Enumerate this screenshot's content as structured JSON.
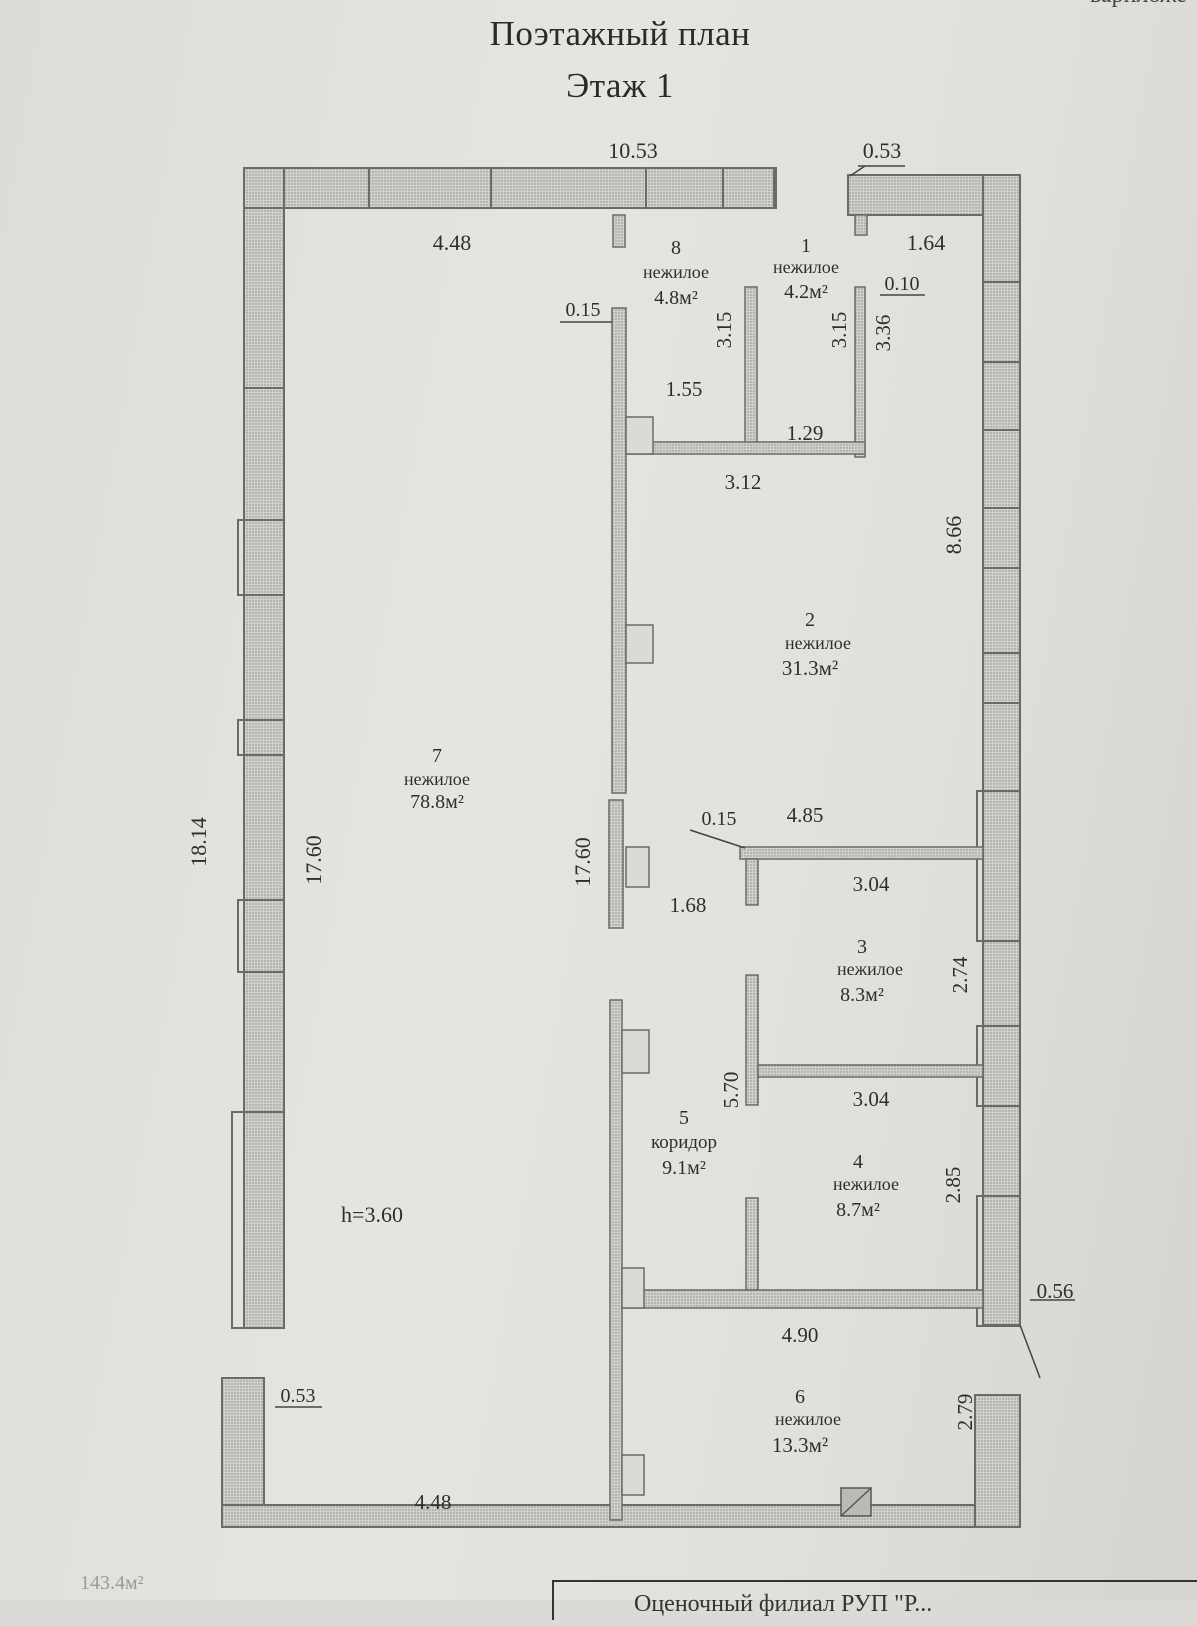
{
  "header": {
    "title": "Поэтажный план",
    "floor": "Этаж 1",
    "corner_text": "вариложе"
  },
  "rooms": [
    {
      "number": "8",
      "use": "нежилое",
      "area": "4.8м²"
    },
    {
      "number": "1",
      "use": "нежилое",
      "area": "4.2м²"
    },
    {
      "number": "2",
      "use": "нежилое",
      "area": "31.3м²"
    },
    {
      "number": "7",
      "use": "нежилое",
      "area": "78.8м²"
    },
    {
      "number": "3",
      "use": "нежилое",
      "area": "8.3м²"
    },
    {
      "number": "5",
      "use": "коридор",
      "area": "9.1м²"
    },
    {
      "number": "4",
      "use": "нежилое",
      "area": "8.7м²"
    },
    {
      "number": "6",
      "use": "нежилое",
      "area": "13.3м²"
    }
  ],
  "dimensions": {
    "top_width": "10.53",
    "top_right_wall": "0.53",
    "top_left_inner": "4.48",
    "top_right_inner": "1.64",
    "partition_8_thickness": "0.15",
    "room8_height": "3.15",
    "room1_height": "3.15",
    "partition_1_thickness": "0.10",
    "right_upper_height": "3.36",
    "room8_width": "1.55",
    "room1_width": "1.29",
    "room2_top_width": "3.12",
    "room2_height": "8.66",
    "room3_partition_thickness": "0.15",
    "room2_bottom_width": "4.85",
    "room3_top_width": "3.04",
    "room7_inner_length_left": "17.60",
    "room7_inner_length_right": "17.60",
    "outer_length": "18.14",
    "room5_width": "1.68",
    "room3_height": "2.74",
    "room5_height": "5.70",
    "room4_top_width": "3.04",
    "room4_height": "2.85",
    "right_wall_thickness": "0.56",
    "room6_top_width": "4.90",
    "room6_height": "2.79",
    "bottom_left_wall": "0.53",
    "bottom_left_inner": "4.48",
    "ceiling_height": "h=3.60"
  },
  "footer": {
    "total_area": "143.4м²",
    "stamp_text": "Оценочный филиал РУП \"Р..."
  }
}
